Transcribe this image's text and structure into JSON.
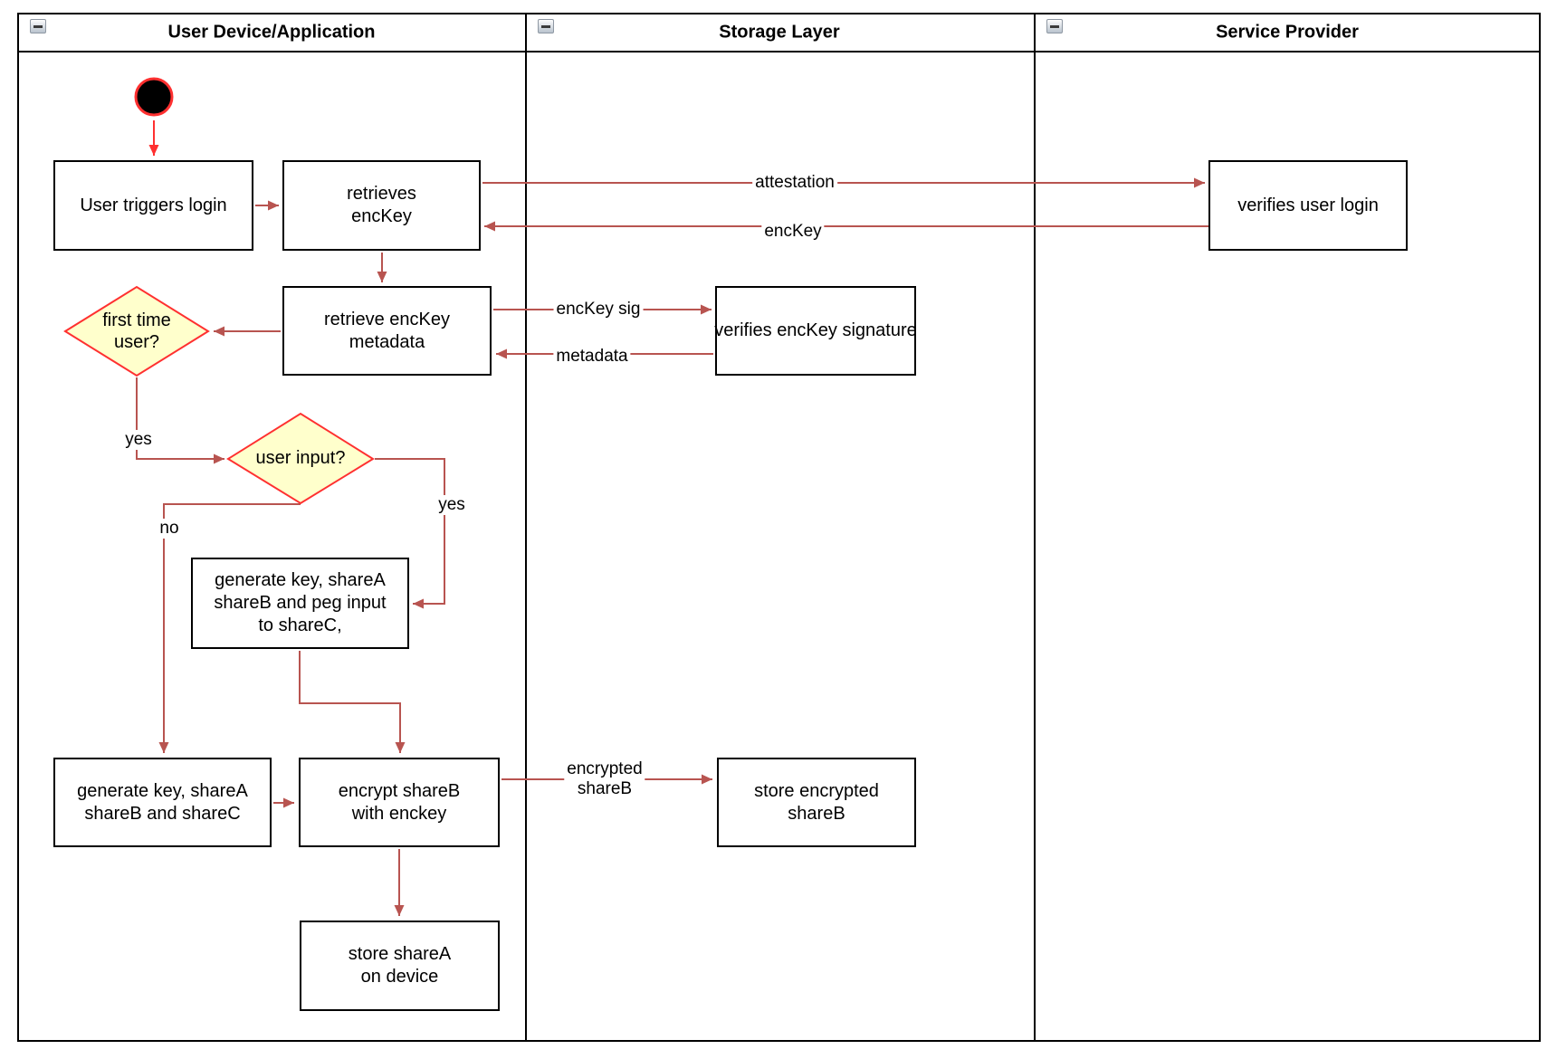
{
  "colors": {
    "flow_arrow": "#B85450",
    "start_arrow": "#FF3030",
    "diamond_fill": "#FFFFCC",
    "diamond_border": "#FF3030",
    "box_border": "#000000",
    "box_fill": "#FFFFFF"
  },
  "lanes": [
    {
      "title": "User Device/Application"
    },
    {
      "title": "Storage Layer"
    },
    {
      "title": "Service Provider"
    }
  ],
  "nodes": {
    "user_triggers_login": {
      "label": "User triggers login"
    },
    "retrieves_enckey": {
      "label": "retrieves\nencKey"
    },
    "verifies_user_login": {
      "label": "verifies user login"
    },
    "retrieve_enckey_metadata": {
      "label": "retrieve encKey\nmetadata"
    },
    "verifies_enckey_signature": {
      "label": "verifies encKey signature"
    },
    "first_time_user": {
      "label": "first time\nuser?"
    },
    "user_input": {
      "label": "user input?"
    },
    "generate_key_peg": {
      "label": "generate key, shareA\nshareB and peg input\nto shareC,"
    },
    "generate_key_abc": {
      "label": "generate key, shareA\nshareB and shareC"
    },
    "encrypt_shareb": {
      "label": "encrypt shareB\nwith enckey"
    },
    "store_encrypted_shareb": {
      "label": "store encrypted\nshareB"
    },
    "store_sharea": {
      "label": "store shareA\non device"
    }
  },
  "edge_labels": {
    "attestation": "attestation",
    "enckey": "encKey",
    "enckey_sig": "encKey sig",
    "metadata": "metadata",
    "encrypted_shareb": "encrypted\nshareB",
    "yes_first_time": "yes",
    "yes_user_input": "yes",
    "no_user_input": "no"
  }
}
